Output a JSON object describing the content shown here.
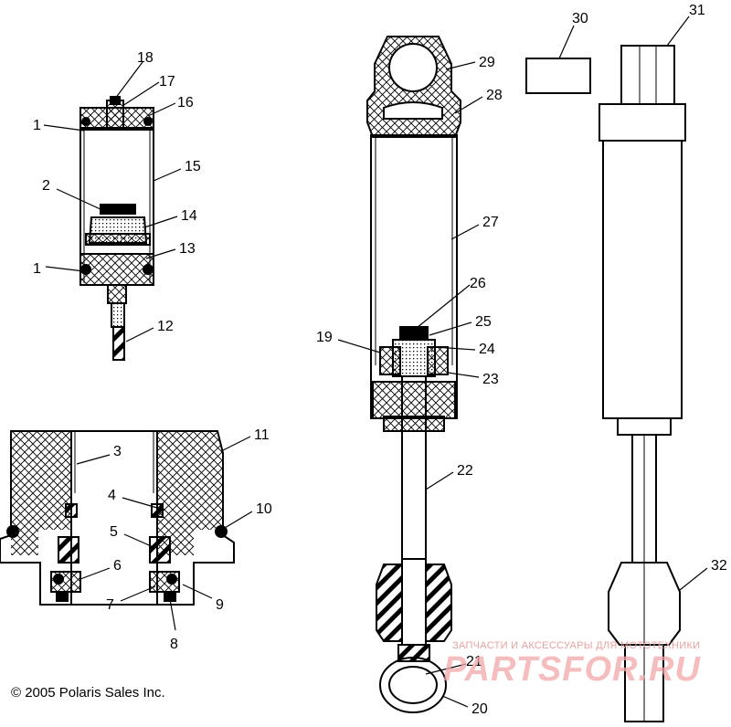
{
  "diagram": {
    "labels": [
      "1",
      "2",
      "12",
      "13",
      "14",
      "15",
      "16",
      "17",
      "18",
      "1",
      "3",
      "4",
      "5",
      "6",
      "7",
      "8",
      "9",
      "10",
      "11",
      "19",
      "20",
      "21",
      "22",
      "23",
      "24",
      "25",
      "26",
      "27",
      "28",
      "29",
      "30",
      "31",
      "32"
    ]
  },
  "copyright": "© 2005 Polaris Sales Inc.",
  "watermark": {
    "caption": "ЗАПЧАСТИ И АКСЕССУАРЫ ДЛЯ МОТОТЕХНИКИ",
    "logo": "PARTSFOR.RU"
  },
  "colors": {
    "line": "#000000",
    "watermark": "#f2a7a7"
  }
}
